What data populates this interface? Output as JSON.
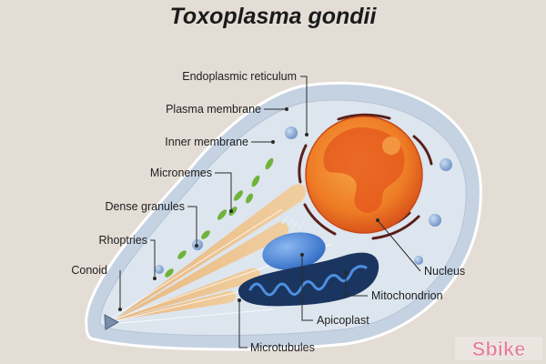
{
  "title": "Toxoplasma gondii",
  "labels": {
    "endoplasmic_reticulum": "Endoplasmic reticulum",
    "plasma_membrane": "Plasma membrane",
    "inner_membrane": "Inner membrane",
    "micronemes": "Micronemes",
    "dense_granules": "Dense granules",
    "rhoptries": "Rhoptries",
    "conoid": "Conoid",
    "nucleus": "Nucleus",
    "mitochondrion": "Mitochondrion",
    "apicoplast": "Apicoplast",
    "microtubules": "Microtubules"
  },
  "watermark": "Sbike",
  "colors": {
    "background": "#e4ddd6",
    "cell_outer": "#c5d2e2",
    "cell_inner": "#dee5ee",
    "nucleus": "#f08a2a",
    "nucleolus_blotch": "#e6561b",
    "rhoptry": "#edc08c",
    "apicoplast": "#3f7fd6",
    "mitochondrion": "#1a355f",
    "microneme": "#6fb33a",
    "er": "#5a1f1a"
  }
}
